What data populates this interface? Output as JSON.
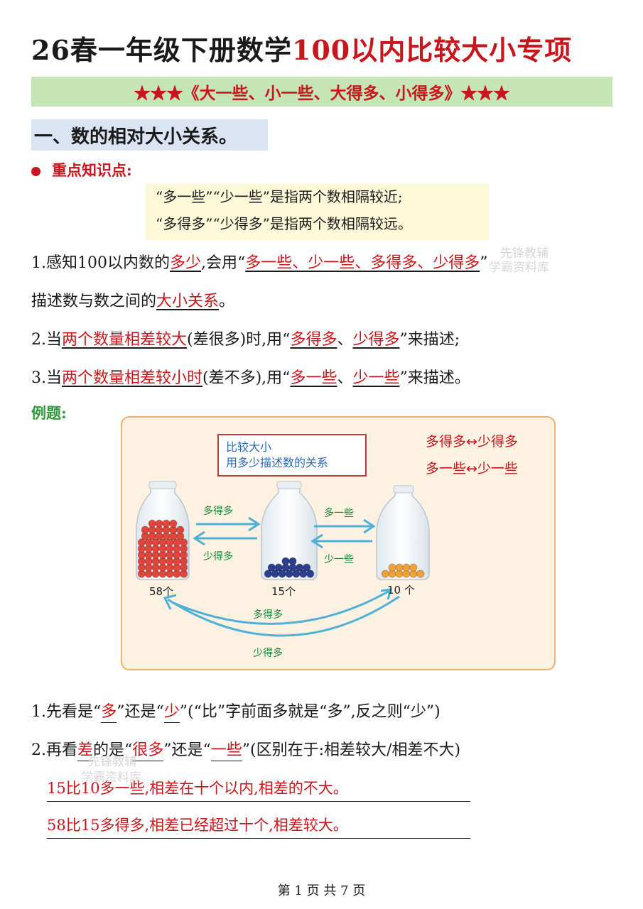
{
  "title": {
    "black": "26春一年级下册数学",
    "red": "100以内比较大小专项"
  },
  "banner": "★★★《大一些、小一些、大得多、小得多》★★★",
  "section1": "一、数的相对大小关系。",
  "key_points_label": "重点知识点:",
  "highlight": {
    "line1": "“多一些”“少一些”是指两个数相隔较近;",
    "line2": "“多得多”“少得多”是指两个数相隔较远。"
  },
  "p1": {
    "a": "1.感知100以内数的",
    "b": "多少",
    "c": ",会用“",
    "d": "多一些、少一些、多得多、少得多",
    "e": "”"
  },
  "p1b": {
    "a": "描述数与数之间的",
    "b": "大小关系",
    "c": "。"
  },
  "p2": {
    "a": "2.当",
    "b": "两个数量相差较大",
    "c": "(差很多)时,用“",
    "d": "多得多",
    "e": "、",
    "f": "少得多",
    "g": "”来描述;"
  },
  "p3": {
    "a": "3.当",
    "b": "两个数量相差较小时",
    "c": "(差不多),用“",
    "d": "多一些",
    "e": "、",
    "f": "少一些",
    "g": "”来描述。"
  },
  "example_label": "例题:",
  "figure": {
    "box_line1": "比较大小",
    "box_line2": "用多少描述数的关系",
    "legend1": "多得多↔少得多",
    "legend2": "多一些↔少一些",
    "arrow_labels": {
      "a": "多得多",
      "b": "少得多",
      "c": "多一些",
      "d": "少一些",
      "e": "多得多",
      "f": "少得多"
    },
    "counts": [
      "58个",
      "15个",
      "10 个"
    ],
    "colors": {
      "red_balls": "#e0463c",
      "blue_balls": "#2c3f8e",
      "orange_balls": "#f0a23a",
      "arrow": "#4fb0d8"
    }
  },
  "q1": {
    "a": "1.先看是“",
    "b": "多",
    "c": "”还是“",
    "d": "少",
    "e": "”(“比”字前面多就是“多”,反之则“少”)"
  },
  "q2": {
    "a": "2.再看",
    "b": "差",
    "c": "的是“",
    "d": "很多",
    "e": "”还是“",
    "f": "一些",
    "g": "”(区别在于:相差较大/相差不大)"
  },
  "ans1": "15比10多一些,相差在十个以内,相差的不大。",
  "ans2": "58比15多得多,相差已经超过十个,相差较大。",
  "footer": "第 1 页 共 7 页",
  "watermark": {
    "line1": "先锋教辅",
    "line2": "学霸资料库"
  }
}
